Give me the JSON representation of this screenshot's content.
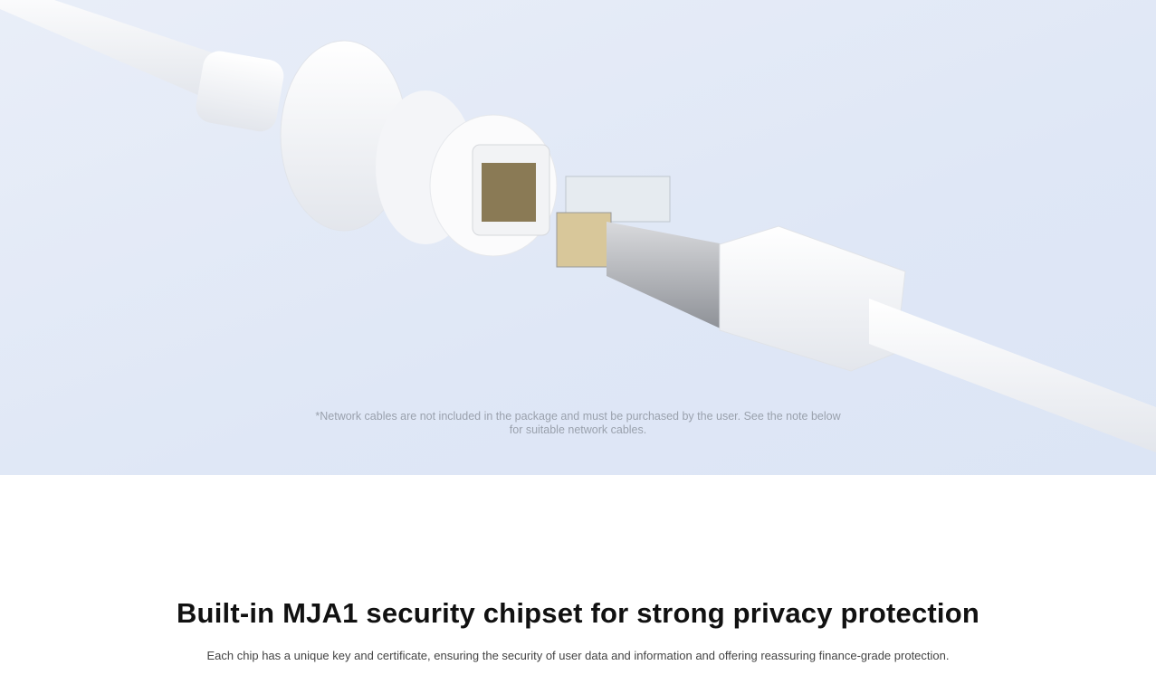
{
  "hero": {
    "note_line1": "*Network cables are not included in the package and must be purchased by the user. See the note below",
    "note_line2": "for suitable network cables."
  },
  "section": {
    "title": "Built-in MJA1 security chipset for strong privacy protection",
    "subtitle": "Each chip has a unique key and certificate, ensuring the security of user data and information and offering reassuring finance-grade protection."
  }
}
